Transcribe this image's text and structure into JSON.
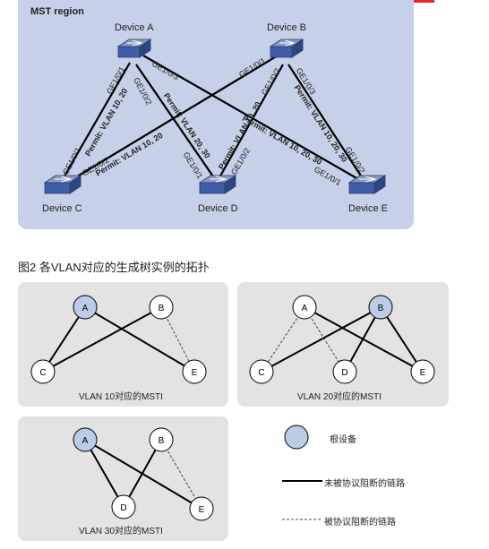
{
  "colors": {
    "accent": "#e8262d",
    "region_bg": "#c6d0e8",
    "panel_bg": "#e3e3e3",
    "root_fill": "#bccbe8",
    "node_fill": "#ffffff"
  },
  "topology": {
    "region_label": "MST region",
    "devices": {
      "a": "Device A",
      "b": "Device B",
      "c": "Device C",
      "d": "Device D",
      "e": "Device E"
    },
    "ports": {
      "a1": "GE1/0/1",
      "a2": "GE1/0/2",
      "a3": "GE1/0/3",
      "b1": "GE1/0/1",
      "b2": "GE1/0/2",
      "b3": "GE1/0/3",
      "c1": "GE1/0/1",
      "c2": "GE1/0/2",
      "d1": "GE1/0/1",
      "d2": "GE1/0/2",
      "e1": "GE1/0/1",
      "e2": "GE1/0/2"
    },
    "links": {
      "ac": "Permit: VLAN 10, 20",
      "ad": "Permit: VLAN 20, 30",
      "bc": "Permit: VLAN 10, 20",
      "bd": "Permit: VLAN 10, 20",
      "ae": "Permit: VLAN 10, 20, 30",
      "be": "Permit: VLAN 10, 20, 30"
    },
    "icon": "switch-icon"
  },
  "figure_caption": "图2 各VLAN对应的生成树实例的拓扑",
  "msti": [
    {
      "title": "VLAN 10对应的MSTI",
      "nodes": [
        "A",
        "B",
        "C",
        "E"
      ]
    },
    {
      "title": "VLAN 20对应的MSTI",
      "nodes": [
        "A",
        "B",
        "C",
        "D",
        "E"
      ]
    },
    {
      "title": "VLAN 30对应的MSTI",
      "nodes": [
        "A",
        "B",
        "D",
        "E"
      ]
    }
  ],
  "legend": {
    "root": "根设备",
    "active": "未被协议阻断的链路",
    "blocked": "被协议阻断的链路"
  }
}
